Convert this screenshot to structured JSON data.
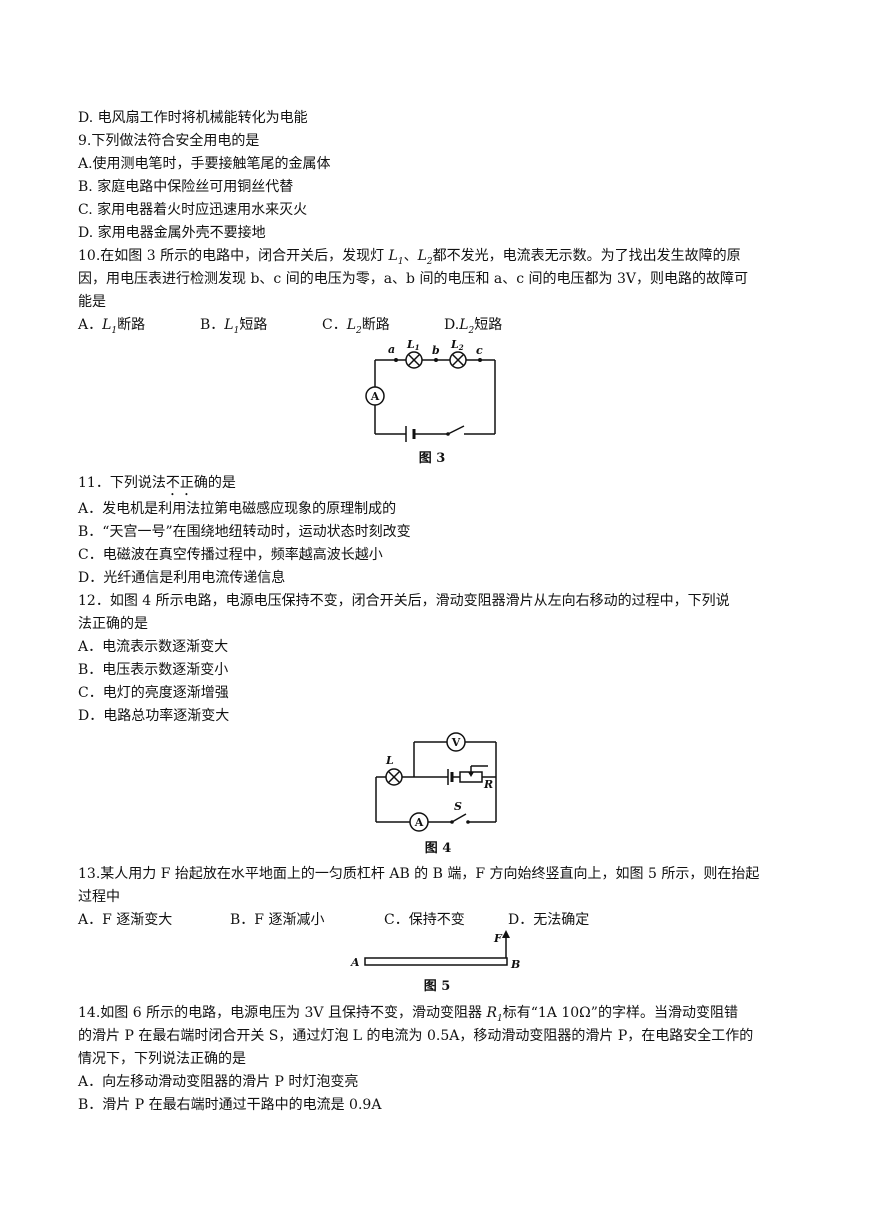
{
  "lines": {
    "q8d": "D. 电风扇工作时将机械能转化为电能",
    "q9": "9.下列做法符合安全用电的是",
    "q9a": "A.使用测电笔时，手要接触笔尾的金属体",
    "q9b": "B. 家庭电路中保险丝可用铜丝代替",
    "q9c": "C. 家用电器着火时应迅速用水来灭火",
    "q9d": "D. 家用电器金属外壳不要接地",
    "q10_1a": "10.在如图 3 所示的电路中，闭合开关后，发现灯 ",
    "q10_1b": "都不发光，电流表无示数。为了找出发生故障的原",
    "q10_2": "因，用电压表进行检测发现 b、c 间的电压为零，a、b 间的电压和 a、c 间的电压都为 3V，则电路的故障可",
    "q10_3": "能是",
    "q11a": "11．下列说法",
    "q11dot": "不正",
    "q11b": "确的是",
    "q11_A": "A．发电机是利用法拉第电磁感应现象的原理制成的",
    "q11_B": "B．“天宫一号”在围绕地纽转动时，运动状态时刻改变",
    "q11_C": "C．电磁波在真空传播过程中，频率越高波长越小",
    "q11_D": "D．光纤通信是利用电流传递信息",
    "q12_1": "12．如图 4 所示电路，电源电压保持不变，闭合开关后，滑动变阻器滑片从左向右移动的过程中，下列说",
    "q12_2": "法正确的是",
    "q12_A": "A．电流表示数逐渐变大",
    "q12_B": "B．电压表示数逐渐变小",
    "q12_C": "C．电灯的亮度逐渐增强",
    "q12_D": "D．电路总功率逐渐变大",
    "q13_1": "13.某人用力 F 抬起放在水平地面上的一匀质杠杆 AB 的 B 端，F 方向始终竖直向上，如图 5 所示，则在抬起",
    "q13_2": "过程中",
    "q14_1a": "14.如图 6 所示的电路，电源电压为 3V 且保持不变，滑动变阻器 ",
    "q14_1b": "标有“1A 10Ω”的字样。当滑动变阻错",
    "q14_2": "的滑片 P 在最右端时闭合开关 S，通过灯泡 L 的电流为 0.5A，移动滑动变阻器的滑片 P，在电路安全工作的",
    "q14_3": "情况下，下列说法正确的是",
    "q14_A": "A．向左移动滑动变阻器的滑片 P 时灯泡变亮",
    "q14_B": "B．滑片 P 在最右端时通过干路中的电流是 0.9A"
  },
  "q10_opts": {
    "a_pre": "A．",
    "a_post": "断路",
    "b_pre": "B．",
    "b_post": "短路",
    "c_pre": "C．",
    "c_post": "断路",
    "d_pre": "D.",
    "d_post": "短路"
  },
  "q13_opts": {
    "a": "A．F 逐渐变大",
    "b": "B．F 逐渐减小",
    "c": "C．保持不变",
    "d": "D．无法确定"
  },
  "symbols": {
    "L": "L",
    "R": "R",
    "sub1": "1",
    "sub2": "2"
  },
  "figures": {
    "fig3": {
      "caption": "图 3",
      "a": "a",
      "b": "b",
      "c": "c",
      "L1": "L",
      "L2": "L",
      "s1": "1",
      "s2": "2",
      "ammeter": "A"
    },
    "fig4": {
      "caption": "图 4",
      "L": "L",
      "R": "R",
      "S": "S",
      "voltmeter": "V",
      "ammeter": "A"
    },
    "fig5": {
      "caption": "图 5",
      "A": "A",
      "B": "B",
      "F": "F"
    }
  }
}
